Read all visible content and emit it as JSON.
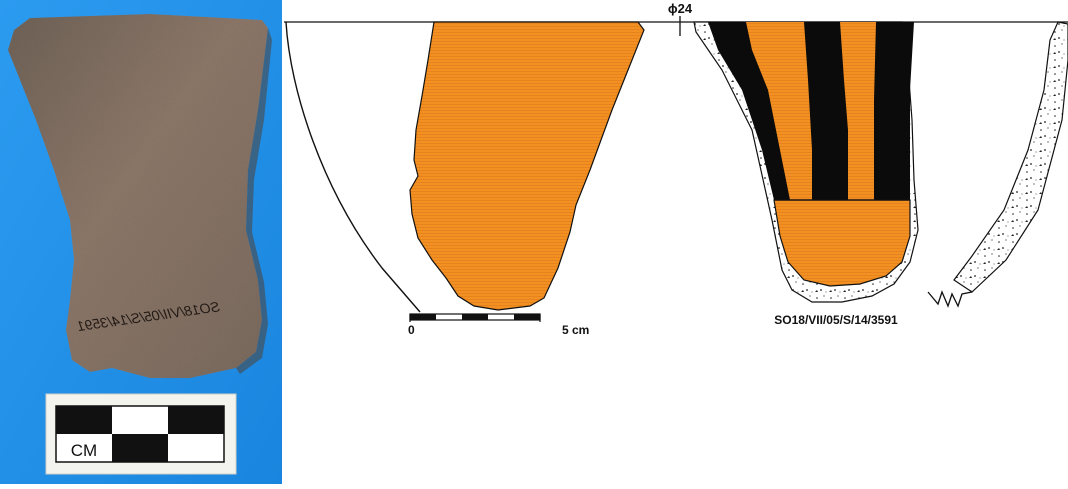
{
  "photo": {
    "scale_label": "CM",
    "inked_label": "SO18/VII/05/S/14/3591"
  },
  "drawing": {
    "diameter_label": "ϕ24",
    "scale_start": "0",
    "scale_end": "5 cm",
    "catalog_id": "SO18/VII/05/S/14/3591"
  },
  "colors": {
    "background_blue": "#1e8fe8",
    "sherd": "#8a7766",
    "paint_orange": "#f39022",
    "paint_black": "#0b0b0b"
  }
}
